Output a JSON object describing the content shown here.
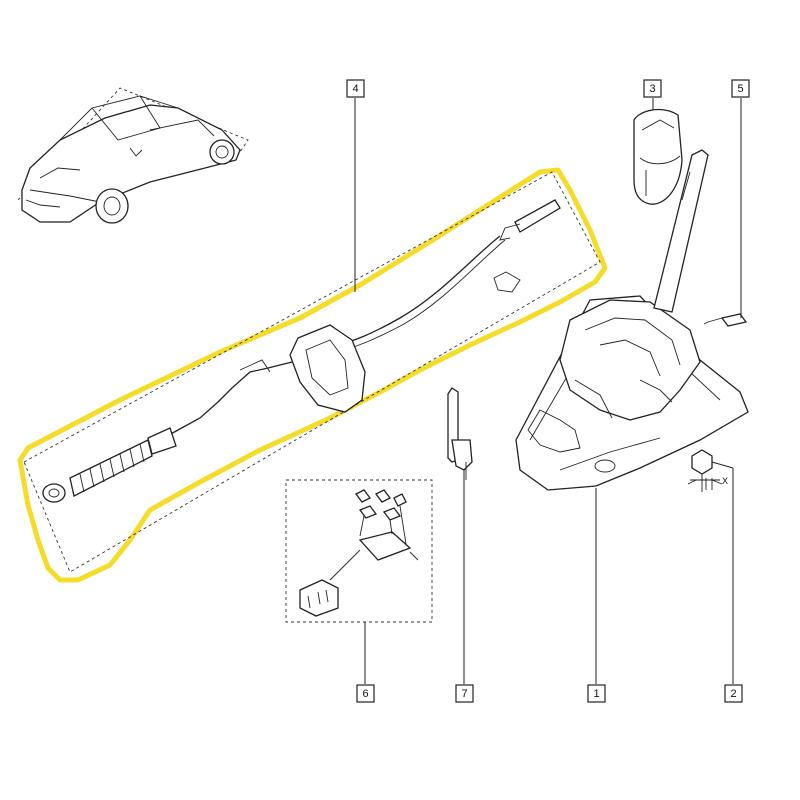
{
  "parts": [
    {
      "id": "part-1",
      "label": "1"
    },
    {
      "id": "part-2",
      "label": "2"
    },
    {
      "id": "part-3",
      "label": "3"
    },
    {
      "id": "part-4",
      "label": "4"
    },
    {
      "id": "part-5",
      "label": "5"
    },
    {
      "id": "part-6",
      "label": "6"
    },
    {
      "id": "part-7",
      "label": "7"
    }
  ],
  "dimension_label": "X",
  "colors": {
    "highlight": "#f5dc2a",
    "line": "#222222",
    "background": "#ffffff"
  }
}
